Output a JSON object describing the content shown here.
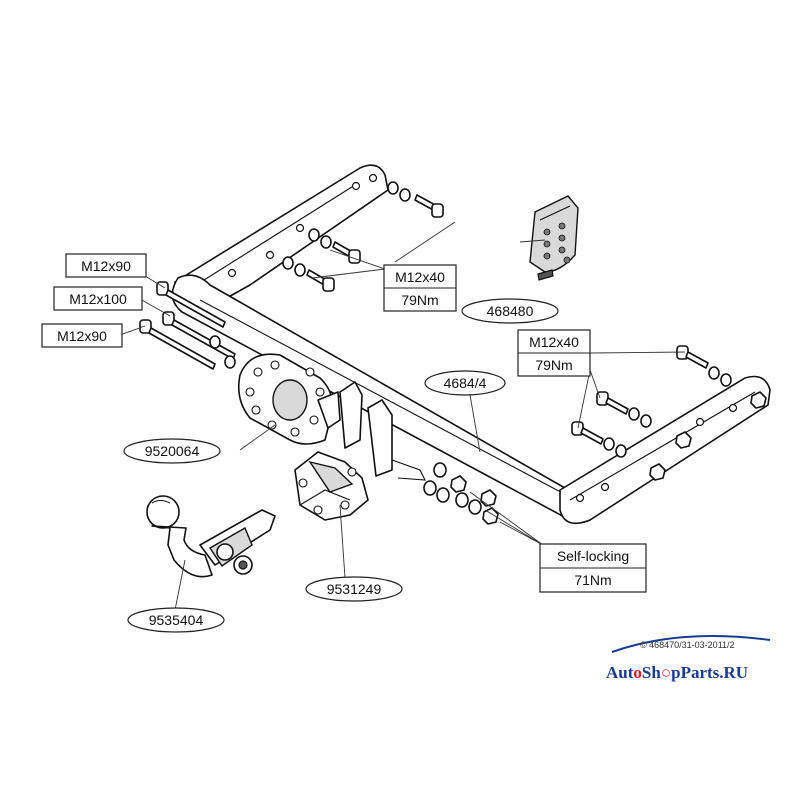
{
  "labels": {
    "bolt_m12x90_top": "M12x90",
    "bolt_m12x100": "M12x100",
    "bolt_m12x90_bottom": "M12x90",
    "bolt_left_spec": "M12x40",
    "torque_left": "79Nm",
    "part_bracket_small": "468480",
    "bolt_right_spec": "M12x40",
    "torque_right": "79Nm",
    "part_crossbar": "4684/4",
    "part_flange": "9520064",
    "part_socket_plate": "9531249",
    "part_ball": "9535404",
    "nut_type": "Self-locking",
    "torque_nuts": "71Nm"
  },
  "footer": {
    "copyright": "© 468470/31-03-2011/2",
    "brand_a": "Aut",
    "brand_o": "o",
    "brand_b": "Sh",
    "brand_c": "pParts.RU"
  },
  "colors": {
    "brand_primary": "#1a3b8f",
    "brand_accent": "#d42020",
    "swoosh": "#1a3b8f"
  }
}
